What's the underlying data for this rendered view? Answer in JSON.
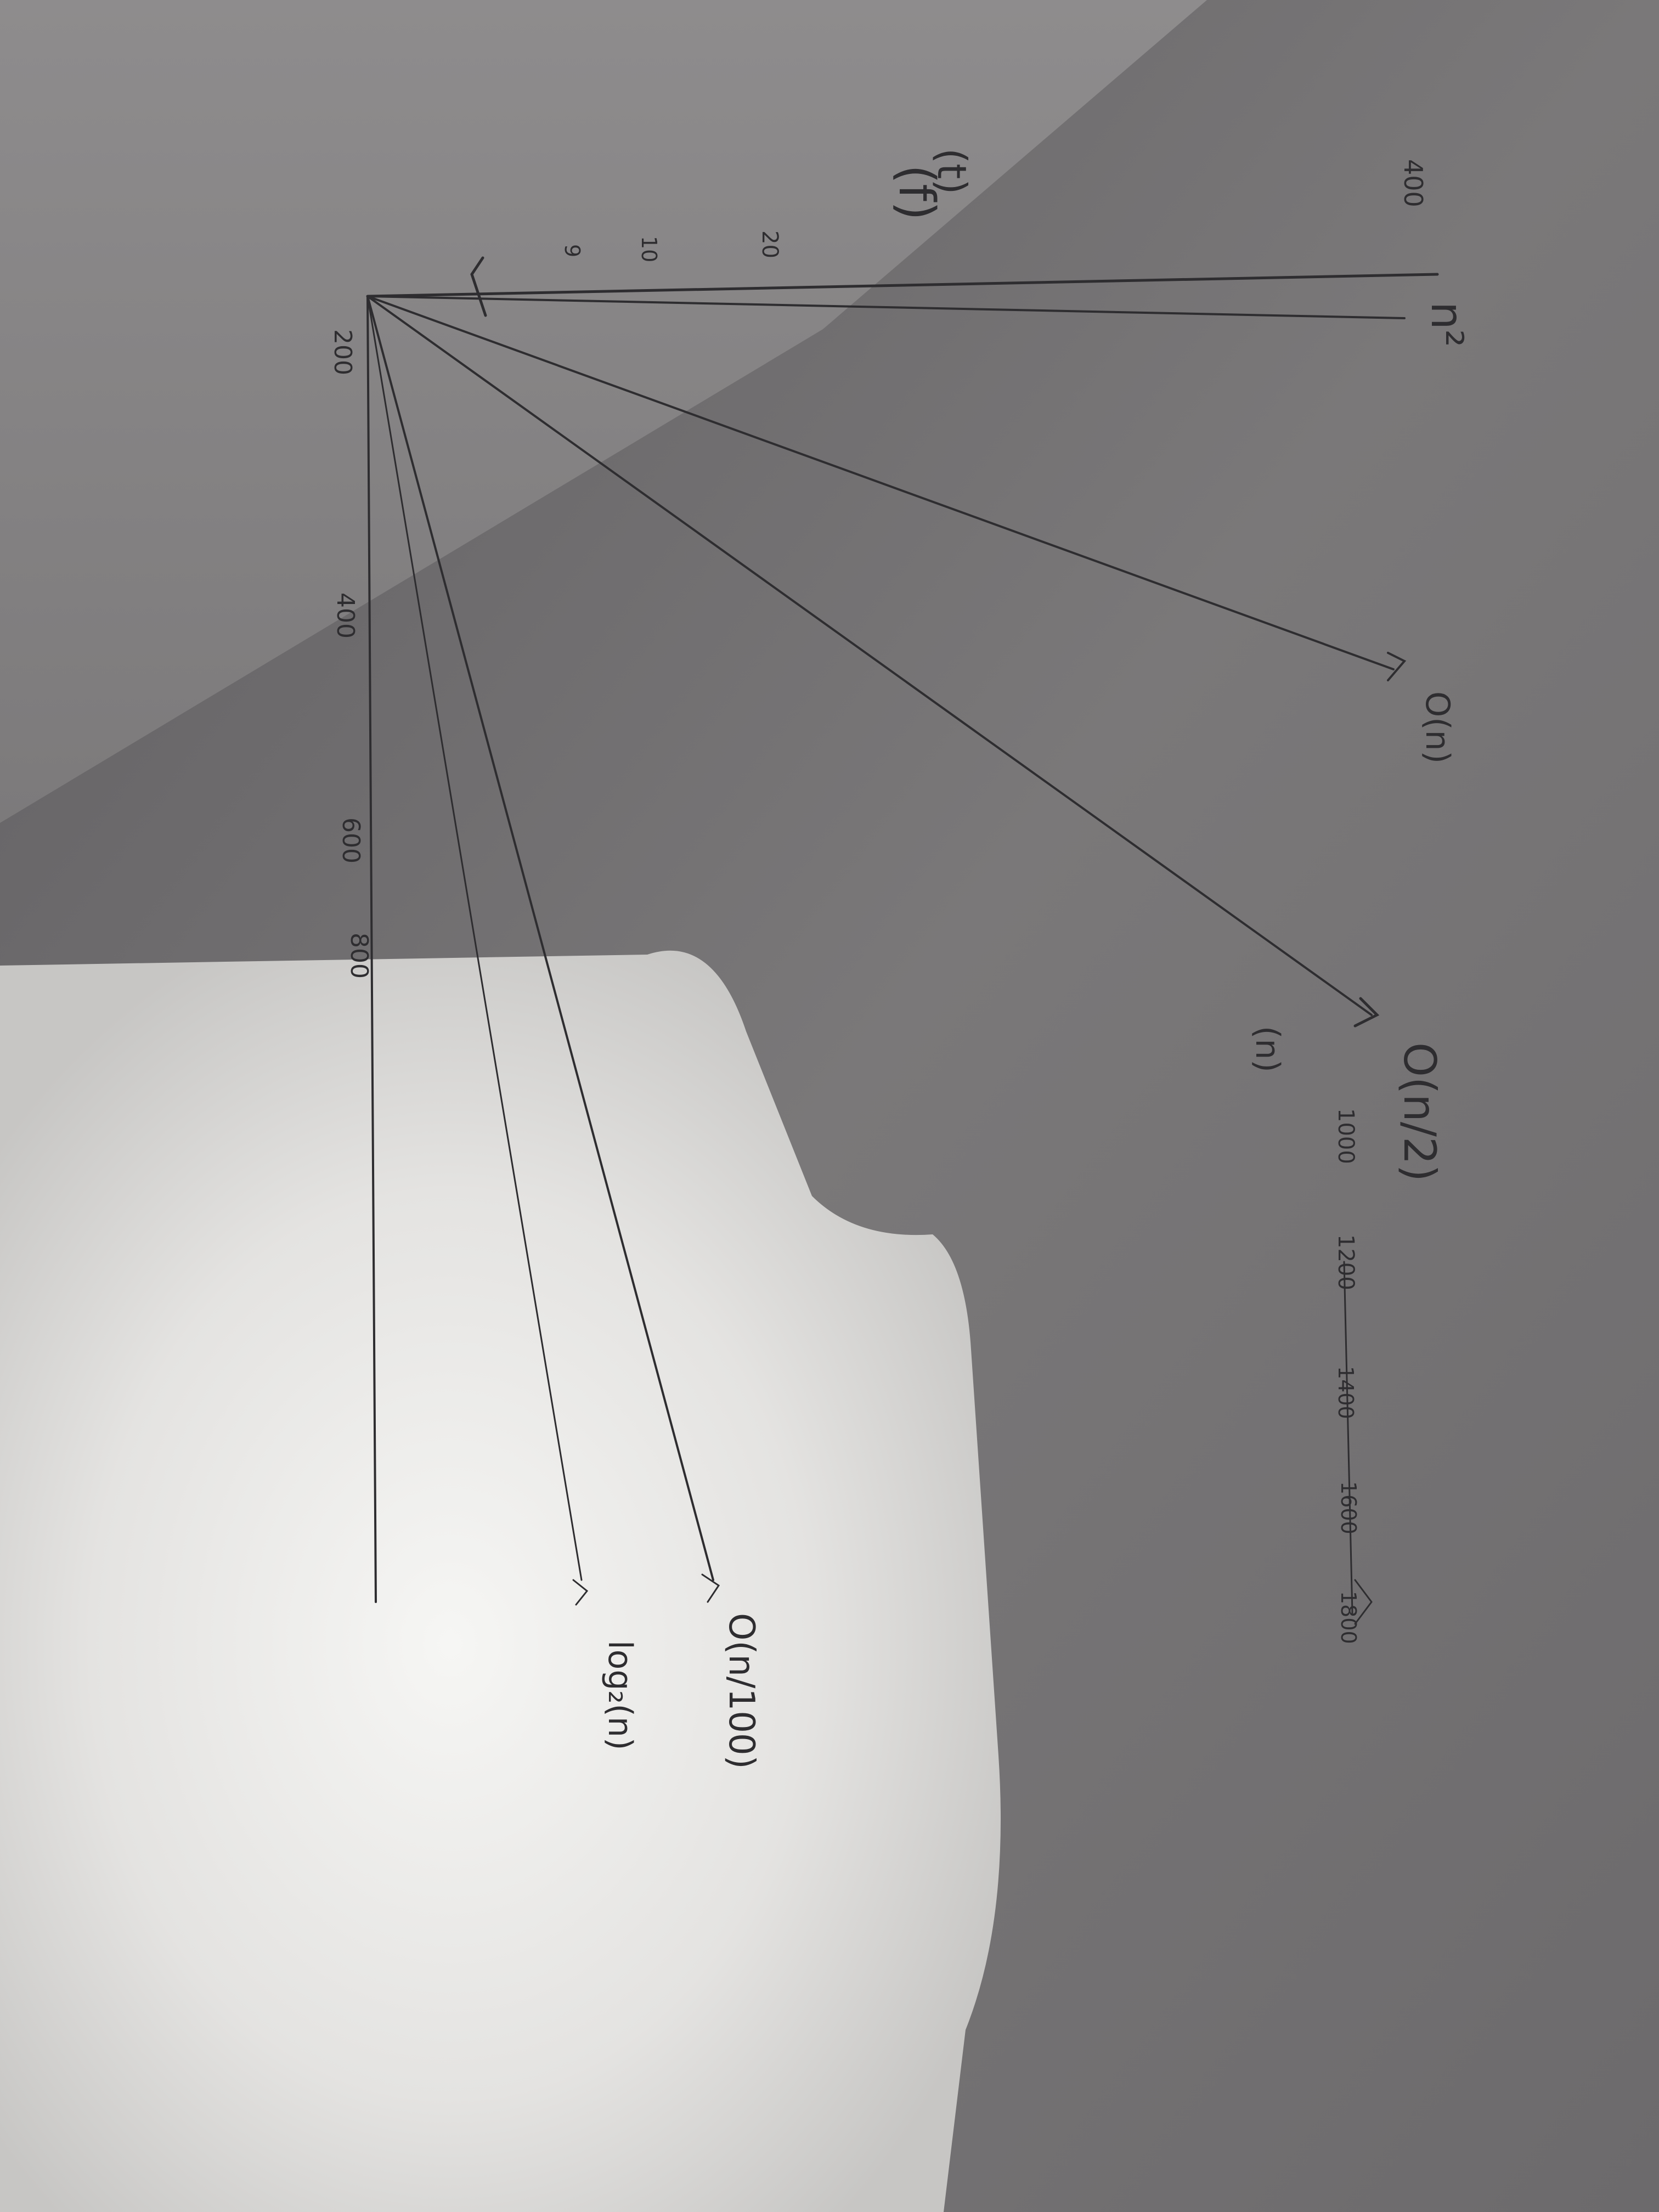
{
  "photo": {
    "description_free": true,
    "colors": {
      "shadow_dark": "#6f6d6f",
      "shadow_mid": "#8a8889",
      "paper_grey": "#9e9c9b",
      "paper_lit": "#d9d8d6",
      "paper_bright": "#f2f2f0",
      "ink": "#2e2d30"
    }
  },
  "sketch": {
    "part_label": "(f)",
    "y_axis_label": "(t)",
    "x_axis_label": "(n)",
    "y_ticks": [
      "400",
      "20",
      "10",
      "9"
    ],
    "x_ticks": [
      "200",
      "400",
      "600",
      "800",
      "1000",
      "1200",
      "1400",
      "1600",
      "1800"
    ],
    "curves": [
      {
        "label": "n²"
      },
      {
        "label": "O(n)"
      },
      {
        "label": "O(n/2)"
      },
      {
        "label": "O(n/100)"
      },
      {
        "label": "log₂(n)"
      }
    ]
  }
}
